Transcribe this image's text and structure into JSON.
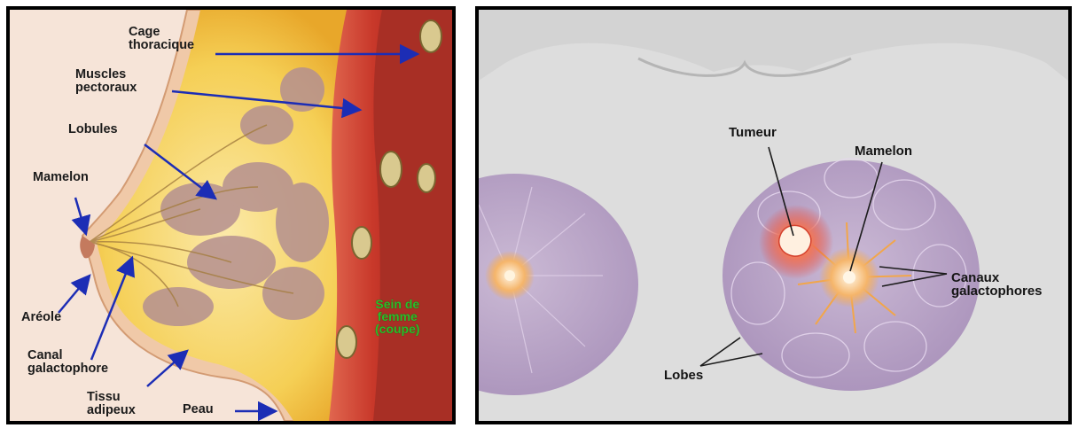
{
  "left_panel": {
    "labels": {
      "rib_cage": "Cage\nthoracique",
      "pectoral_muscles": "Muscles\npectoraux",
      "lobules": "Lobules",
      "nipple": "Mamelon",
      "areola": "Aréole",
      "milk_duct": "Canal\ngalactophore",
      "fat_tissue": "Tissu\nadipeux",
      "skin": "Peau",
      "caption": "Sein de\nfemme\n(coupe)"
    },
    "colors": {
      "arrow": "#1c2db5",
      "caption": "#2dbb2a",
      "fat": "#f3c63b",
      "muscle": "#c8382a"
    }
  },
  "right_panel": {
    "labels": {
      "tumor": "Tumeur",
      "nipple": "Mamelon",
      "milk_ducts": "Canaux\ngalactophores",
      "lobes": "Lobes"
    },
    "colors": {
      "tumor": "#e8362a",
      "lobes": "#b59cc4",
      "ducts": "#f2a64a"
    }
  }
}
